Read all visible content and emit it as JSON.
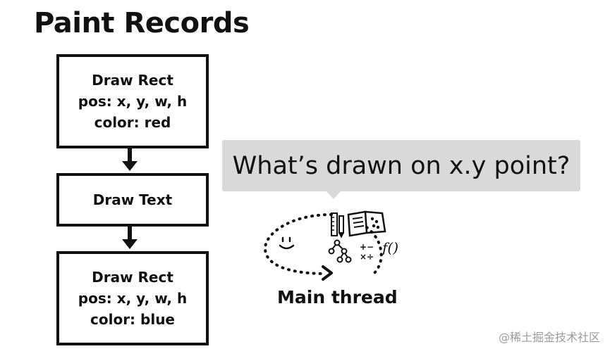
{
  "title": "Paint Records",
  "records": [
    {
      "lines": [
        "Draw Rect",
        "pos: x, y, w, h",
        "color: red"
      ]
    },
    {
      "lines": [
        "Draw Text"
      ]
    },
    {
      "lines": [
        "Draw Rect",
        "pos: x, y, w, h",
        "color: blue"
      ]
    }
  ],
  "bubble": {
    "text": "What’s drawn on x.y point?"
  },
  "main_thread": {
    "label": "Main thread",
    "icons": [
      "smiley-face-icon",
      "ruler-pencil-icon",
      "book-icon",
      "tree-graph-icon",
      "math-symbols-icon",
      "function-icon"
    ],
    "math_symbols": "+−\n×÷",
    "function_text": "f()"
  },
  "watermark": "@稀土掘金技术社区"
}
